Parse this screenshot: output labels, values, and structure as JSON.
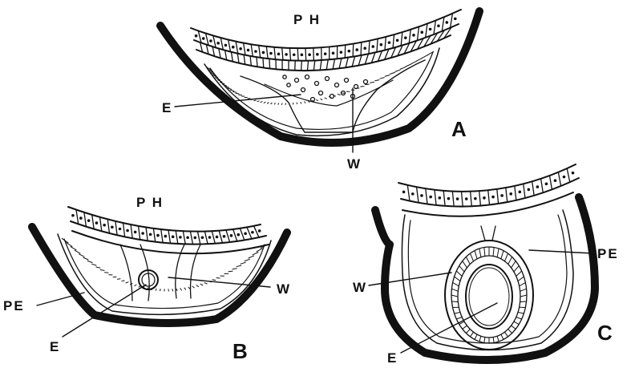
{
  "panels": [
    {
      "id": "A",
      "letter": "A",
      "labels": {
        "top": "P H",
        "embryo": "E",
        "wall": "W"
      }
    },
    {
      "id": "B",
      "letter": "B",
      "labels": {
        "top": "P H",
        "embryo": "E",
        "wall": "W",
        "space": "PE"
      }
    },
    {
      "id": "C",
      "letter": "C",
      "labels": {
        "embryo": "E",
        "wall": "W",
        "space": "PE"
      }
    }
  ],
  "colors": {
    "ink": "#111111",
    "paper": "#ffffff"
  }
}
